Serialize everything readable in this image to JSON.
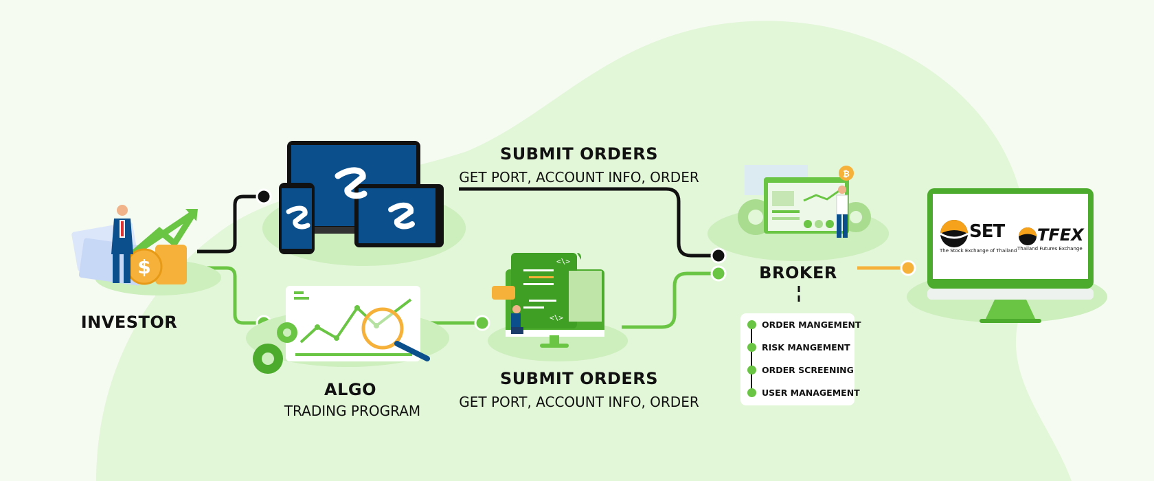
{
  "nodes": {
    "investor": {
      "label": "INVESTOR"
    },
    "algo": {
      "title": "ALGO",
      "subtitle": "TRADING PROGRAM"
    },
    "broker": {
      "label": "BROKER"
    }
  },
  "flows": {
    "top": {
      "title": "SUBMIT ORDERS",
      "detail": "GET PORT, ACCOUNT INFO, ORDER"
    },
    "bottom": {
      "title": "SUBMIT ORDERS",
      "detail": "GET PORT, ACCOUNT INFO, ORDER"
    }
  },
  "broker_functions": [
    "ORDER MANGEMENT",
    "RISK MANGEMENT",
    "ORDER SCREENING",
    "USER MANAGEMENT"
  ],
  "exchange": {
    "set": {
      "name": "SET",
      "tagline": "The Stock Exchange of Thailand"
    },
    "tfex": {
      "name": "TFEX",
      "tagline": "Thailand Futures Exchange"
    }
  },
  "colors": {
    "green": "#6ac544",
    "dark_green": "#4caa2c",
    "navy": "#0b4f8c",
    "orange": "#f6b13a",
    "black": "#111111"
  }
}
